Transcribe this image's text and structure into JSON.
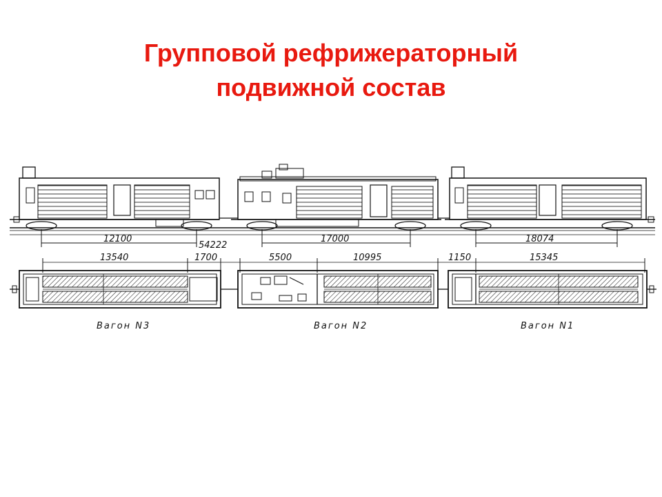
{
  "slide": {
    "title_line1": "Групповой рефрижераторный",
    "title_line2": "подвижной состав",
    "title_color": "#e8190f"
  },
  "side_view": {
    "dimensions": [
      "12100",
      "54222",
      "17000",
      "18074"
    ]
  },
  "plan_view": {
    "dimensions": [
      "13540",
      "1700",
      "5500",
      "10995",
      "1150",
      "15345"
    ],
    "car_labels": [
      "Вагон N3",
      "Вагон N2",
      "Вагон N1"
    ]
  }
}
